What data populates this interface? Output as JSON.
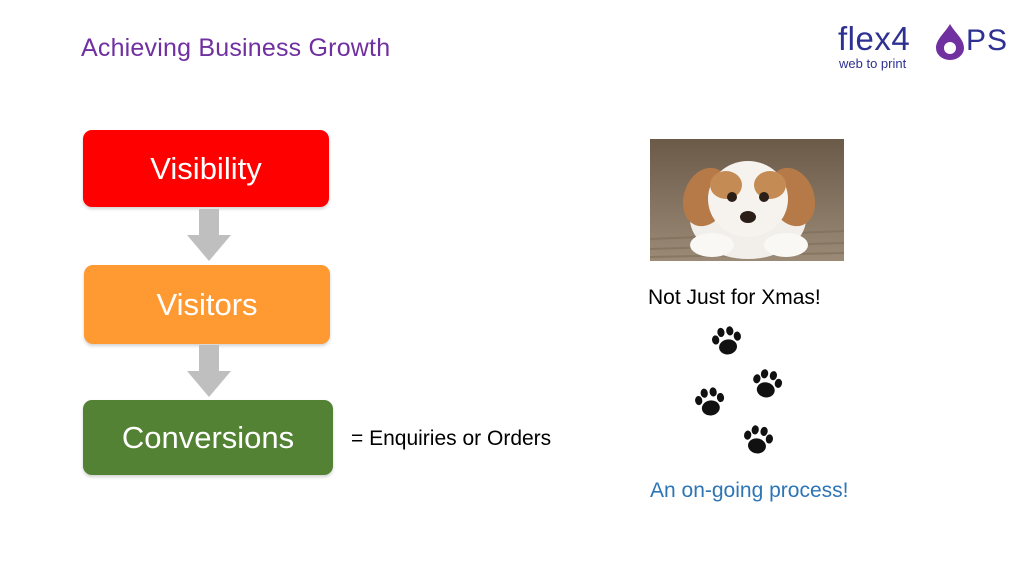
{
  "slide": {
    "title": "Achieving Business Growth"
  },
  "logo": {
    "word": "flex4",
    "suffix": "PS",
    "tagline": "web to print",
    "brand_color": "#2e3192",
    "drop_color": "#7030a0"
  },
  "funnel": {
    "steps": [
      {
        "label": "Visibility",
        "color": "#ff0000"
      },
      {
        "label": "Visitors",
        "color": "#ff9a33"
      },
      {
        "label": "Conversions",
        "color": "#548235"
      }
    ],
    "arrow_color": "#bfbfbf",
    "conversions_note": "= Enquiries or Orders"
  },
  "side_panel": {
    "caption": "Not Just for Xmas!",
    "footer": "An on-going process!",
    "footer_color": "#2e75b6",
    "paw_icon": "paw-print-icon"
  },
  "colors": {
    "title": "#7030a0"
  }
}
